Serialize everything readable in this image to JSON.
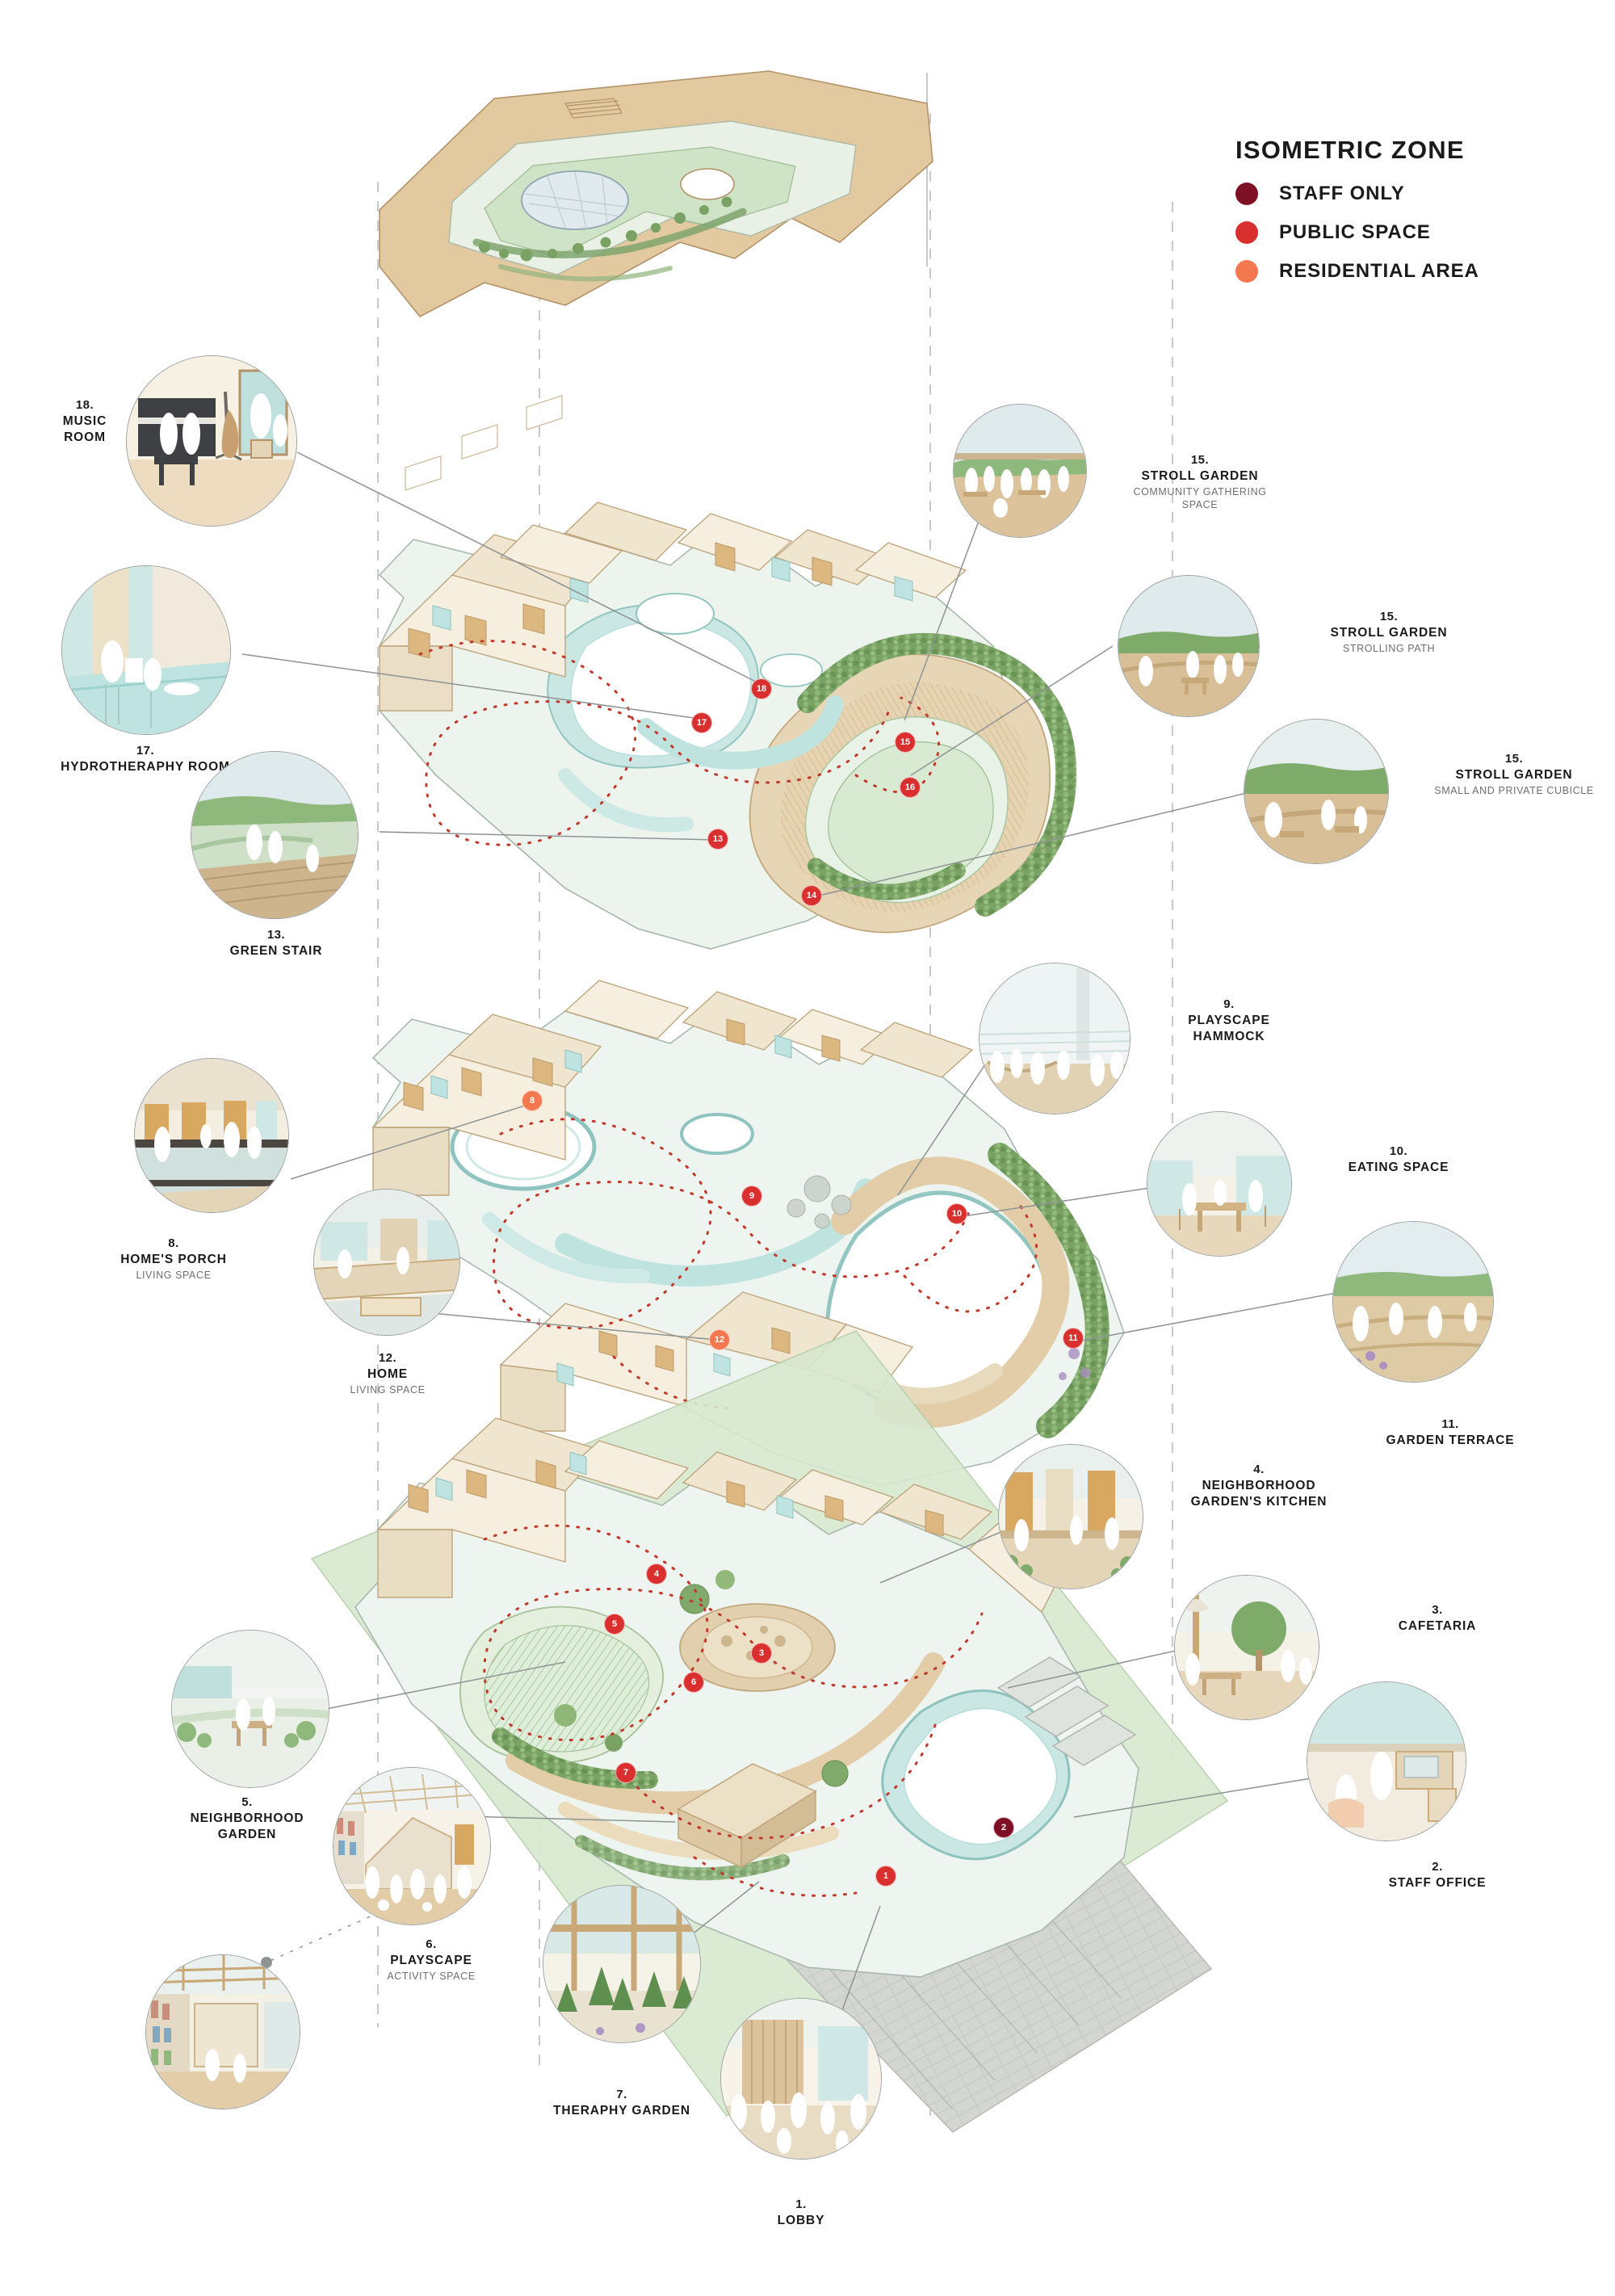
{
  "legend": {
    "title": "ISOMETRIC ZONE",
    "items": [
      {
        "label": "STAFF ONLY",
        "color": "#7d1025"
      },
      {
        "label": "PUBLIC SPACE",
        "color": "#d9302f"
      },
      {
        "label": "RESIDENTIAL AREA",
        "color": "#f4784f"
      }
    ]
  },
  "callouts": [
    {
      "num": "1.",
      "title": "LOBBY",
      "sub": ""
    },
    {
      "num": "2.",
      "title": "STAFF OFFICE",
      "sub": ""
    },
    {
      "num": "3.",
      "title": "CAFETARIA",
      "sub": ""
    },
    {
      "num": "4.",
      "title": "NEIGHBORHOOD GARDEN'S KITCHEN",
      "sub": ""
    },
    {
      "num": "5.",
      "title": "NEIGHBORHOOD GARDEN",
      "sub": ""
    },
    {
      "num": "6.",
      "title": "PLAYSCAPE",
      "sub": "ACTIVITY SPACE"
    },
    {
      "num": "7.",
      "title": "THERAPHY GARDEN",
      "sub": ""
    },
    {
      "num": "8.",
      "title": "HOME'S PORCH",
      "sub": "LIVING SPACE"
    },
    {
      "num": "9.",
      "title": "PLAYSCAPE HAMMOCK",
      "sub": ""
    },
    {
      "num": "10.",
      "title": "EATING SPACE",
      "sub": ""
    },
    {
      "num": "11.",
      "title": "GARDEN TERRACE",
      "sub": ""
    },
    {
      "num": "12.",
      "title": "HOME",
      "sub": "LIVING SPACE"
    },
    {
      "num": "13.",
      "title": "GREEN STAIR",
      "sub": ""
    },
    {
      "num": "15a.",
      "title": "STROLL GARDEN",
      "sub": "COMMUNITY GATHERING SPACE"
    },
    {
      "num": "15b.",
      "title": "STROLL GARDEN",
      "sub": "STROLLING PATH"
    },
    {
      "num": "15c.",
      "title": "STROLL GARDEN",
      "sub": "SMALL AND PRIVATE CUBICLE"
    },
    {
      "num": "17.",
      "title": "HYDROTHERAPHY ROOM",
      "sub": ""
    },
    {
      "num": "18.",
      "title": "MUSIC ROOM",
      "sub": ""
    }
  ],
  "callout_labels": {
    "c18": {
      "num": "18.",
      "title": "MUSIC ROOM",
      "sub": ""
    },
    "c17": {
      "num": "17.",
      "title": "HYDROTHERAPHY ROOM",
      "sub": ""
    },
    "c13": {
      "num": "13.",
      "title": "GREEN STAIR",
      "sub": ""
    },
    "c15a": {
      "num": "15.",
      "title": "STROLL GARDEN",
      "sub": "COMMUNITY GATHERING SPACE"
    },
    "c15b": {
      "num": "15.",
      "title": "STROLL GARDEN",
      "sub": "STROLLING PATH"
    },
    "c15c": {
      "num": "15.",
      "title": "STROLL GARDEN",
      "sub": "SMALL AND PRIVATE CUBICLE"
    },
    "c9": {
      "num": "9.",
      "title": "PLAYSCAPE HAMMOCK",
      "sub": ""
    },
    "c10": {
      "num": "10.",
      "title": "EATING SPACE",
      "sub": ""
    },
    "c11": {
      "num": "11.",
      "title": "GARDEN TERRACE",
      "sub": ""
    },
    "c8": {
      "num": "8.",
      "title": "HOME'S PORCH",
      "sub": "LIVING SPACE"
    },
    "c12": {
      "num": "12.",
      "title": "HOME",
      "sub": "LIVING SPACE"
    },
    "c4": {
      "num": "4.",
      "title": "NEIGHBORHOOD GARDEN'S KITCHEN",
      "sub": ""
    },
    "c3": {
      "num": "3.",
      "title": "CAFETARIA",
      "sub": ""
    },
    "c2": {
      "num": "2.",
      "title": "STAFF OFFICE",
      "sub": ""
    },
    "c5": {
      "num": "5.",
      "title": "NEIGHBORHOOD GARDEN",
      "sub": ""
    },
    "c6": {
      "num": "6.",
      "title": "PLAYSCAPE",
      "sub": "ACTIVITY SPACE"
    },
    "c7": {
      "num": "7.",
      "title": "THERAPHY GARDEN",
      "sub": ""
    },
    "c1": {
      "num": "1.",
      "title": "LOBBY",
      "sub": ""
    }
  },
  "plan_markers": [
    {
      "id": "m18",
      "label": "18",
      "color": "#d9302f"
    },
    {
      "id": "m17",
      "label": "17",
      "color": "#d9302f"
    },
    {
      "id": "m15",
      "label": "15",
      "color": "#d9302f"
    },
    {
      "id": "m16",
      "label": "16",
      "color": "#d9302f"
    },
    {
      "id": "m13",
      "label": "13",
      "color": "#d9302f"
    },
    {
      "id": "m14",
      "label": "14",
      "color": "#d9302f"
    },
    {
      "id": "m8",
      "label": "8",
      "color": "#f4784f"
    },
    {
      "id": "m9",
      "label": "9",
      "color": "#d9302f"
    },
    {
      "id": "m10",
      "label": "10",
      "color": "#d9302f"
    },
    {
      "id": "m11",
      "label": "11",
      "color": "#d9302f"
    },
    {
      "id": "m12",
      "label": "12",
      "color": "#f4784f"
    },
    {
      "id": "m4",
      "label": "4",
      "color": "#d9302f"
    },
    {
      "id": "m5",
      "label": "5",
      "color": "#d9302f"
    },
    {
      "id": "m3",
      "label": "3",
      "color": "#d9302f"
    },
    {
      "id": "m6",
      "label": "6",
      "color": "#d9302f"
    },
    {
      "id": "m7",
      "label": "7",
      "color": "#d9302f"
    },
    {
      "id": "m2",
      "label": "2",
      "color": "#7d1025"
    },
    {
      "id": "m1",
      "label": "1",
      "color": "#d9302f"
    }
  ],
  "palette": {
    "background": "#ffffff",
    "ink": "#1a1a1a",
    "subtext": "#6e6e6e",
    "leader": "#8e9393",
    "dashed_guide": "#b9bdbd",
    "route_dots": "#c0392b",
    "roof_tan": "#e0c49a",
    "wall_cream": "#f4ead6",
    "water_teal": "#b9e0dd",
    "pale_mint": "#eef4ef",
    "foliage_green": "#6f9f5e",
    "grass_light": "#cfe3c6",
    "site_green": "#d7e8cf",
    "path_sand": "#d9c3a0",
    "concrete_grey": "#c9ccc8"
  }
}
